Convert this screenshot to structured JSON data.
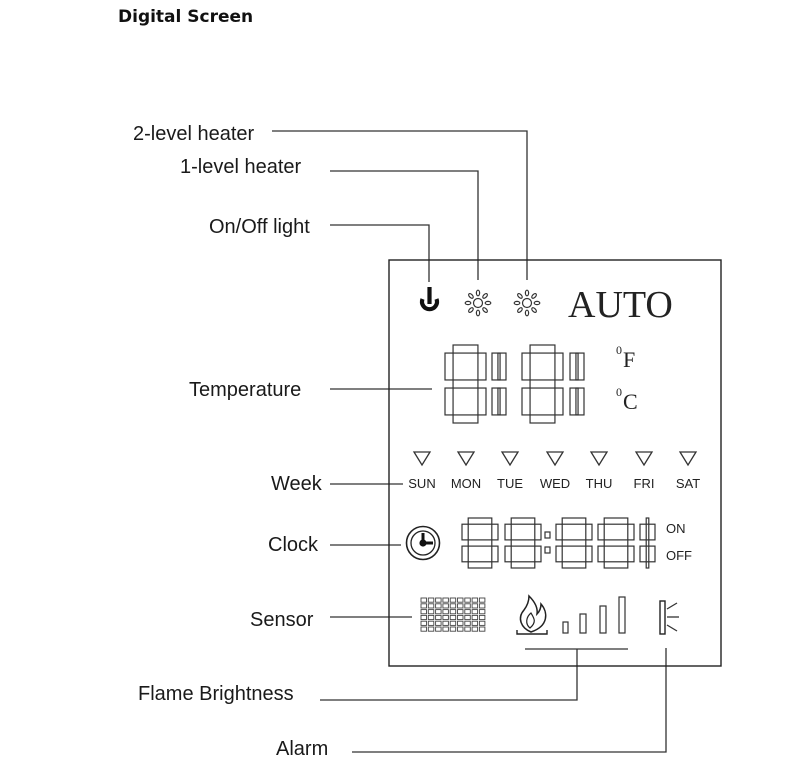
{
  "title": "Digital Screen",
  "labels": {
    "two_level_heater": "2-level heater",
    "one_level_heater": "1-level heater",
    "on_off_light": "On/Off light",
    "temperature": "Temperature",
    "week": "Week",
    "clock": "Clock",
    "sensor": "Sensor",
    "flame_brightness": "Flame Brightness",
    "alarm": "Alarm"
  },
  "display": {
    "mode": "AUTO",
    "unit_f": "F",
    "unit_c": "C",
    "unit_prefix": "0",
    "days": [
      "SUN",
      "MON",
      "TUE",
      "WED",
      "THU",
      "FRI",
      "SAT"
    ],
    "timer_on": "ON",
    "timer_off": "OFF"
  }
}
